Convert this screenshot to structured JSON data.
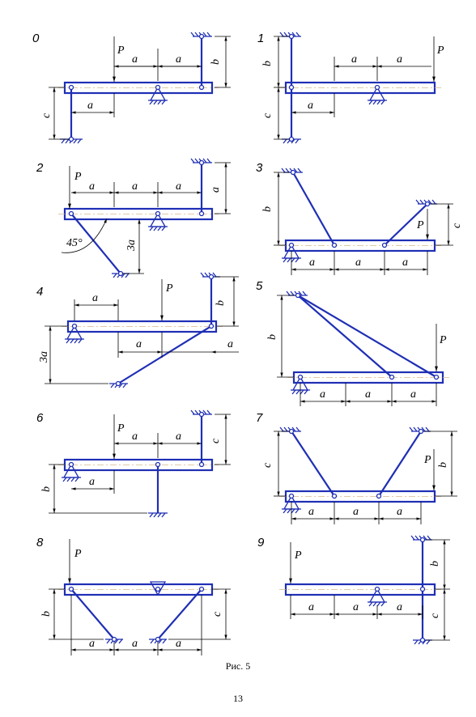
{
  "figure_caption": "Рис. 5",
  "page_number": "13",
  "schemes": [
    {
      "number": "0",
      "labels": [
        "P",
        "a",
        "a",
        "b",
        "c",
        "a"
      ]
    },
    {
      "number": "1",
      "labels": [
        "b",
        "a",
        "a",
        "P",
        "c",
        "a"
      ]
    },
    {
      "number": "2",
      "labels": [
        "P",
        "a",
        "a",
        "a",
        "a",
        "45°",
        "3a"
      ]
    },
    {
      "number": "3",
      "labels": [
        "b",
        "c",
        "P",
        "a",
        "a",
        "a"
      ]
    },
    {
      "number": "4",
      "labels": [
        "a",
        "P",
        "b",
        "3a",
        "a",
        "a"
      ]
    },
    {
      "number": "5",
      "labels": [
        "b",
        "P",
        "a",
        "a",
        "a"
      ]
    },
    {
      "number": "6",
      "labels": [
        "P",
        "a",
        "a",
        "c",
        "b",
        "a"
      ]
    },
    {
      "number": "7",
      "labels": [
        "c",
        "P",
        "b",
        "a",
        "a",
        "a"
      ]
    },
    {
      "number": "8",
      "labels": [
        "P",
        "b",
        "c",
        "a",
        "a",
        "a"
      ]
    },
    {
      "number": "9",
      "labels": [
        "P",
        "b",
        "a",
        "a",
        "a",
        "c"
      ]
    }
  ]
}
